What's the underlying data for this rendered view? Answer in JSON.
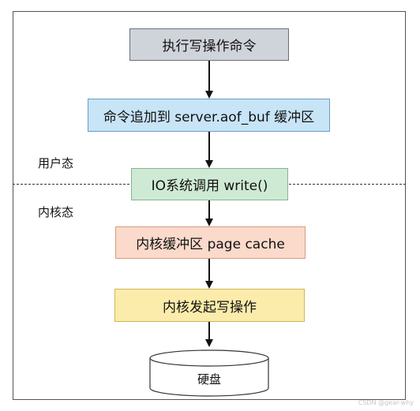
{
  "diagram": {
    "steps": [
      "执行写操作命令",
      "命令追加到 server.aof_buf 缓冲区",
      "IO系统调用 write()",
      "内核缓冲区 page cache",
      "内核发起写操作"
    ],
    "regions": {
      "user": "用户态",
      "kernel": "内核态"
    },
    "disk": "硬盘",
    "watermark": "CSDN @gear-why"
  },
  "colors": {
    "step1": "#cfd3da",
    "step2": "#c8e4f7",
    "step3": "#cfead4",
    "step4": "#fbdacb",
    "step5": "#fcecab"
  }
}
